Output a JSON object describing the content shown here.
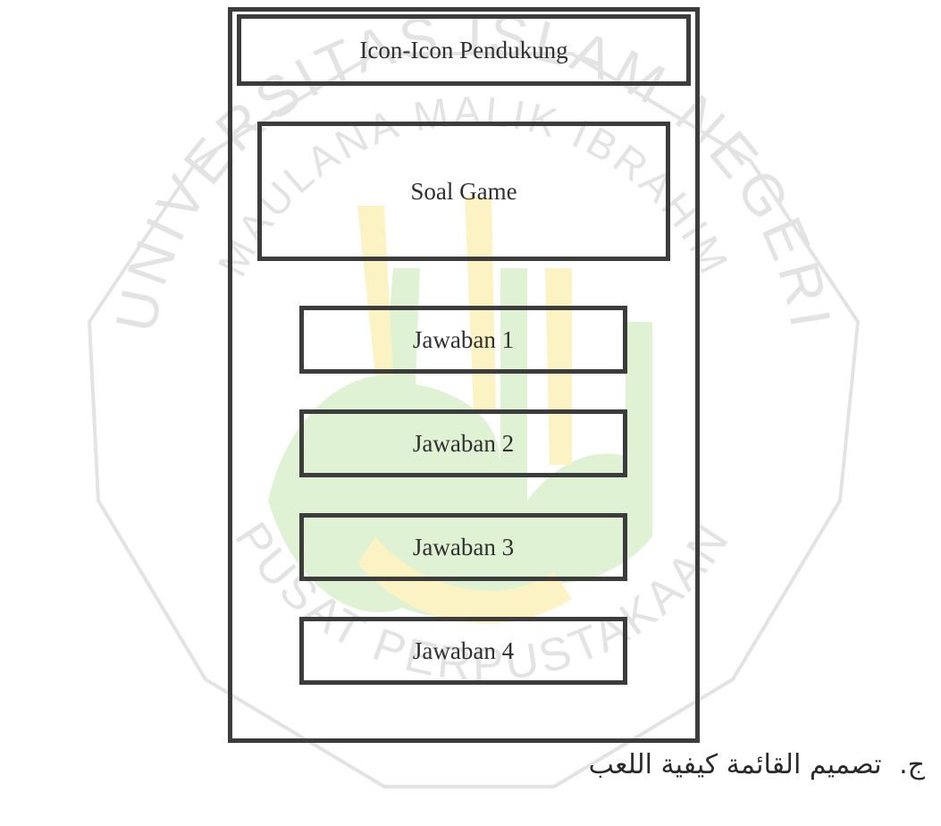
{
  "watermark": {
    "arc_text_outer": "UNIVERSITAS ISLAM NEGERI",
    "arc_text_inner": "MAULANA MALIK IBRAHIM",
    "arc_text_bottom": "PUSAT PERPUSTAKAAN",
    "gray_color": "#e3e3e3",
    "green_color": "#dff2d4",
    "yellow_color": "#fbf3c4"
  },
  "diagram": {
    "icons_bar_label": "Icon-Icon Pendukung",
    "question_label": "Soal Game",
    "answers": [
      "Jawaban 1",
      "Jawaban 2",
      "Jawaban 3",
      "Jawaban 4"
    ]
  },
  "caption": {
    "marker": "ج.",
    "text": "تصميم القائمة كيفية اللعب"
  }
}
